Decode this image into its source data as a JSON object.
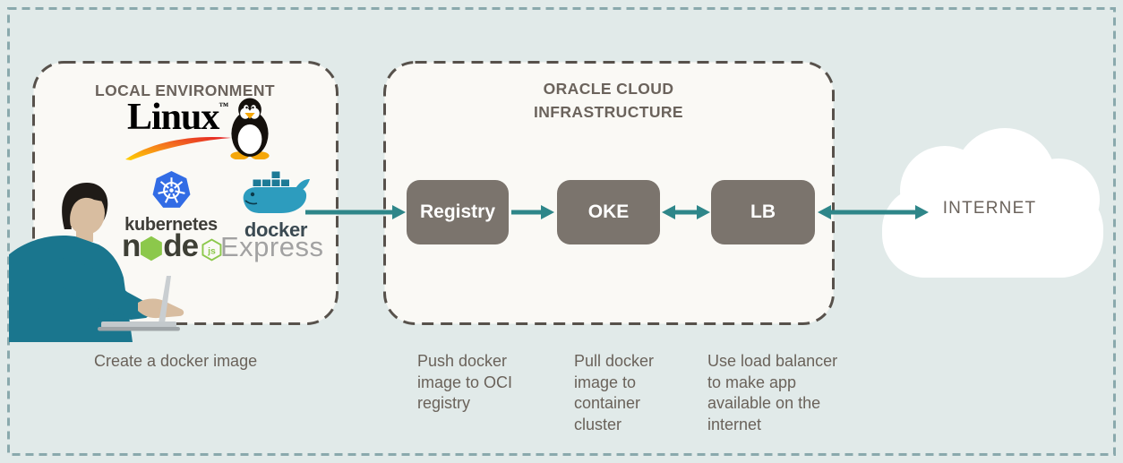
{
  "local_env": {
    "title": "LOCAL ENVIRONMENT",
    "caption": "Create a docker image",
    "logos": {
      "linux_label": "Linux",
      "linux_tm": "™",
      "kubernetes_label": "kubernetes",
      "docker_label": "docker",
      "node_n": "n",
      "node_de": "de",
      "node_js_badge": "js",
      "express_label": "Express"
    }
  },
  "oci": {
    "title": "ORACLE CLOUD INFRASTRUCTURE",
    "nodes": [
      {
        "label": "Registry",
        "caption": "Push docker image to OCI registry"
      },
      {
        "label": "OKE",
        "caption": "Pull docker image to container cluster"
      },
      {
        "label": "LB",
        "caption": "Use load balancer to make app available on the internet"
      }
    ]
  },
  "internet": {
    "label": "INTERNET"
  },
  "colors": {
    "canvas_bg": "#e1eae9",
    "outer_border": "#8aa9ad",
    "panel_bg": "#faf9f5",
    "panel_border": "#57514b",
    "node_box": "#7b746d",
    "arrow": "#2e8689",
    "text": "#6a625a",
    "kubernetes_blue": "#326ce5",
    "docker_teal": "#2d9cbe",
    "node_green": "#8cc84b",
    "person_shirt": "#1a768e",
    "cloud": "#ffffff"
  }
}
